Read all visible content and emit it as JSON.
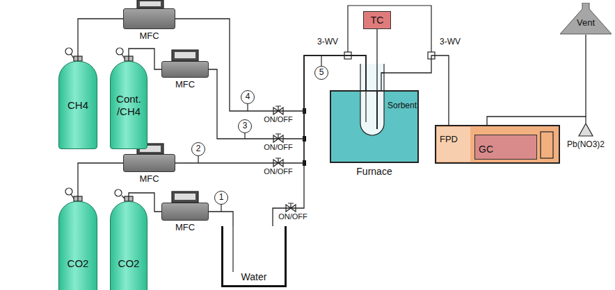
{
  "diagram": {
    "nodes": [
      {
        "text": [
          "MFC"
        ]
      },
      {
        "text": [
          "TC"
        ]
      },
      {
        "text": [
          "Vent"
        ]
      },
      {
        "text": [
          "MFC"
        ]
      },
      {
        "text": [
          "CH4"
        ]
      },
      {
        "text": [
          "Cont. /CH4"
        ]
      },
      {
        "text": [
          "Sorbent",
          "Furnace"
        ]
      },
      {
        "text": [
          "FPD"
        ]
      },
      {
        "text": [
          "GC"
        ],
        "in": 7
      },
      {
        "text": [
          "MFC"
        ]
      },
      {
        "text": [
          "MFC"
        ]
      },
      {
        "text": [
          "CO2"
        ]
      },
      {
        "text": [
          "CO2"
        ]
      },
      {
        "text": [
          "Water"
        ]
      }
    ],
    "edges": [
      {
        "from": 4,
        "to": 0,
        "arrow": "none"
      },
      {
        "from": 5,
        "to": 3,
        "arrow": "none"
      },
      {
        "from": 11,
        "to": 9,
        "arrow": "none"
      },
      {
        "from": 12,
        "to": 10,
        "arrow": "none"
      },
      {
        "from": 10,
        "to": 13,
        "arrow": "none"
      },
      {
        "from": 0,
        "to": 6,
        "arrow": "none"
      },
      {
        "from": 3,
        "to": 6,
        "arrow": "none"
      },
      {
        "from": 9,
        "to": 6,
        "arrow": "none"
      },
      {
        "from": 13,
        "to": 6,
        "arrow": "none"
      },
      {
        "from": 6,
        "to": 7,
        "arrow": "none"
      },
      {
        "from": 7,
        "to": 2,
        "arrow": "none"
      },
      {
        "from": 1,
        "to": 6,
        "arrow": "none"
      }
    ],
    "labels": [
      "3-WV",
      "3-WV",
      "5",
      "4",
      "ON/OFF",
      "3",
      "ON/OFF",
      "2",
      "ON/OFF",
      "1",
      "ON/OFF",
      "Pb(NO3)2"
    ]
  }
}
